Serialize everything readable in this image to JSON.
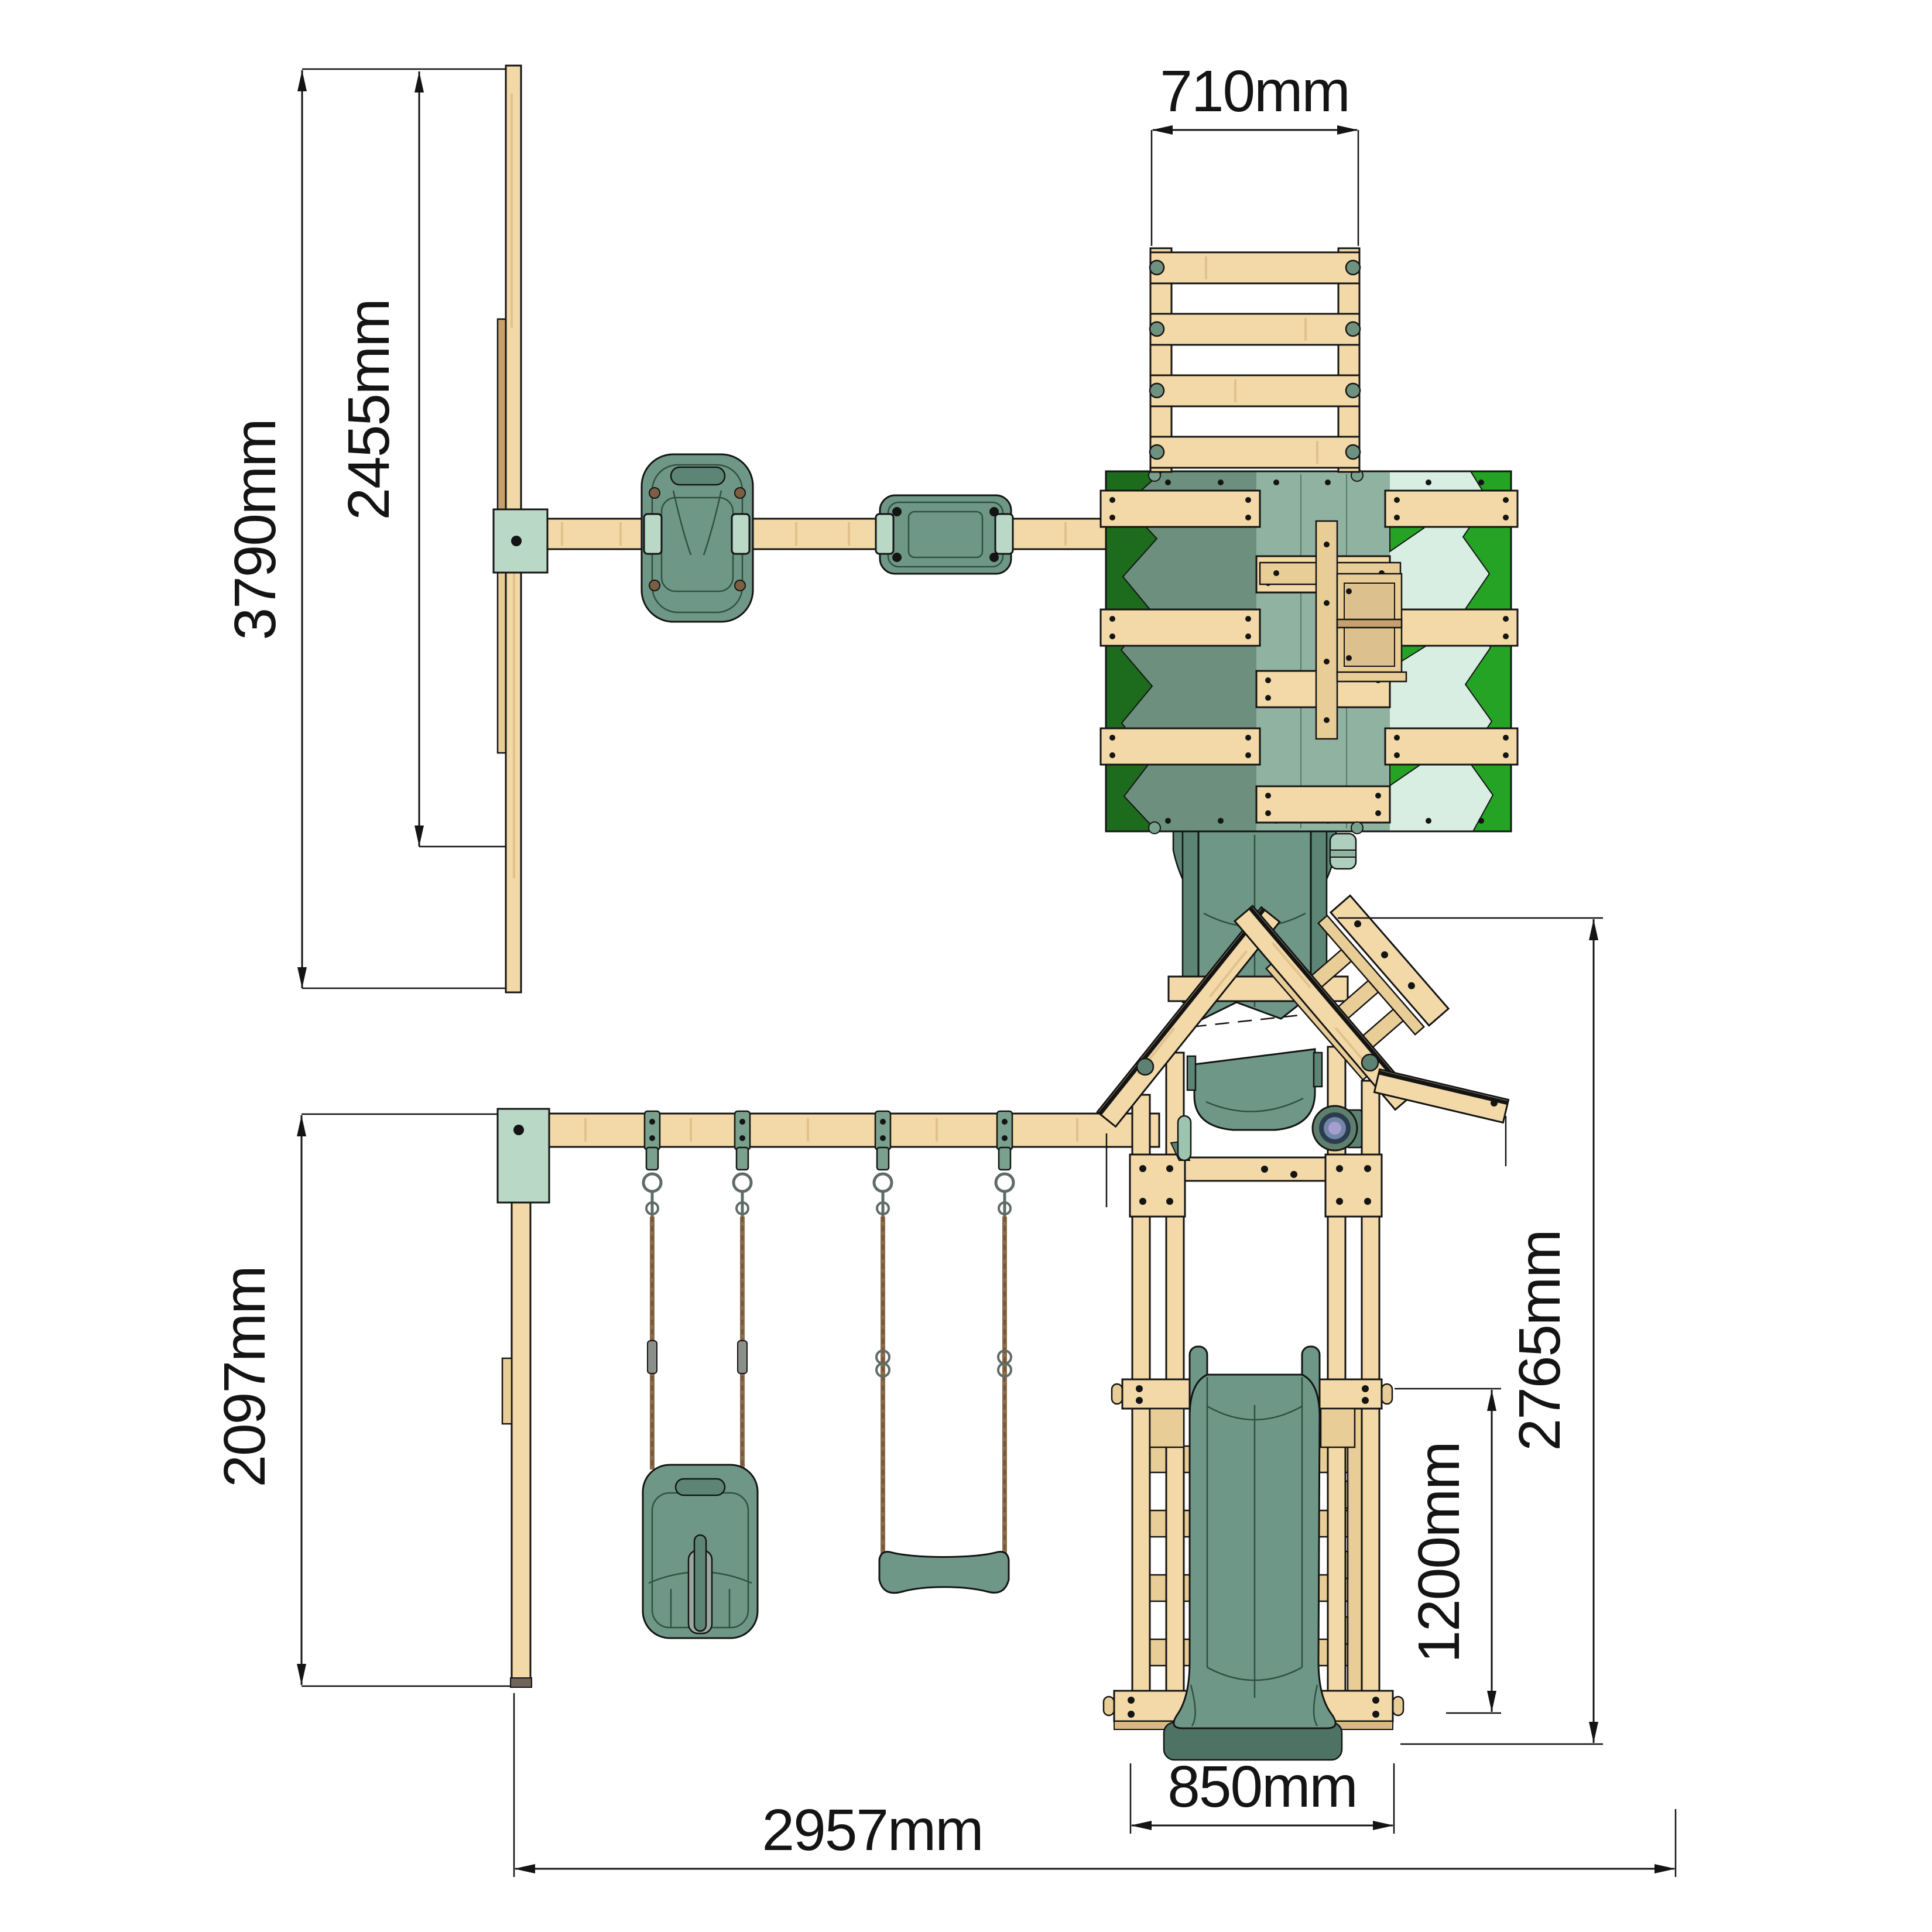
{
  "diagram": {
    "kind": "technical dimension drawing",
    "subject": "wooden swing set with play tower, slide, ladder, baby seat and flat seat",
    "views": [
      "top plan view",
      "front elevation view"
    ]
  },
  "dims": {
    "top_overall_depth": "3790mm",
    "top_beam_depth": "2455mm",
    "top_ladder_width": "710mm",
    "front_post_height": "2097mm",
    "front_overall_length": "2957mm",
    "front_tower_width": "850mm",
    "front_platform_height": "1200mm",
    "front_overall_height": "2765mm"
  },
  "colors": {
    "wood": "#f2d9a7",
    "wood_brown": "#c8a06b",
    "outline": "#141414",
    "plastic_green": "#6e9787",
    "plastic_green_dark": "#5d8576",
    "pale_green_bracket": "#b9d8c6",
    "hanger_green": "#7aa18d",
    "panel_grey_green": "#6d8f7d",
    "panel_sage": "#90b2a0",
    "panel_mint": "#d9eee3",
    "panel_dark_green": "#1d6b1d",
    "panel_bright_green": "#25a325",
    "rope_brown": "#8a6b4a",
    "slide_base_pad": "#4e7364",
    "telescope_lens": "#a79ed0"
  }
}
